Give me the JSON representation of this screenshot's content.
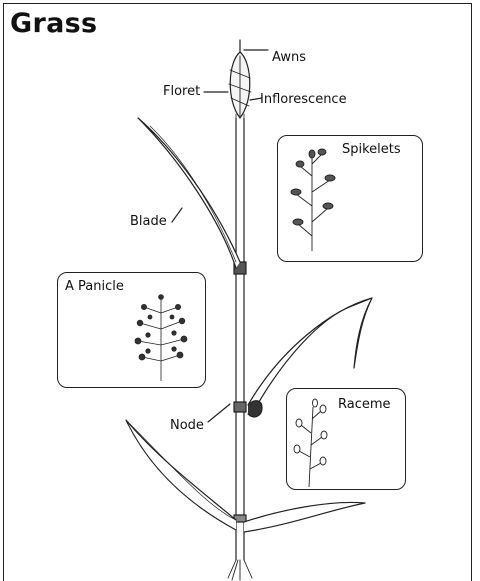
{
  "title": "Grass",
  "labels": {
    "awns": "Awns",
    "floret": "Floret",
    "inflorescence": "Inflorescence",
    "blade": "Blade",
    "node": "Node"
  },
  "insets": {
    "spikelets": "Spikelets",
    "panicle": "A Panicle",
    "raceme": "Raceme"
  }
}
